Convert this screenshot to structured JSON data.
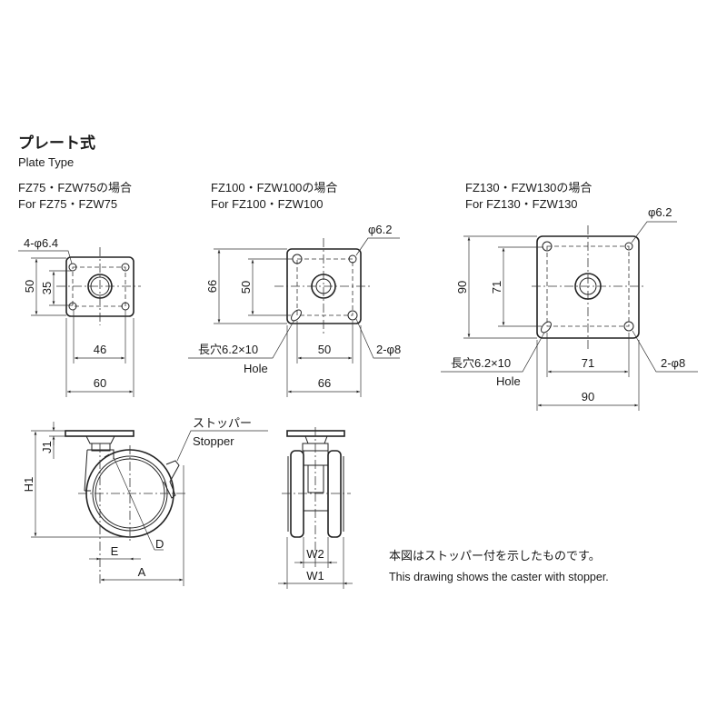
{
  "heading": {
    "title_ja": "プレート式",
    "title_en": "Plate Type"
  },
  "plates": [
    {
      "model_ja": "FZ75・FZW75の場合",
      "model_en": "For FZ75・FZW75",
      "hole_label": "4-φ6.4",
      "dim_height_outer": "50",
      "dim_height_inner": "35",
      "dim_width_inner": "46",
      "dim_width_outer": "60"
    },
    {
      "model_ja": "FZ100・FZW100の場合",
      "model_en": "For FZ100・FZW100",
      "hole_label": "φ6.2",
      "hole2_label": "2-φ8",
      "slot_label_ja": "長穴6.2×10",
      "slot_label_en": "Hole",
      "dim_height_outer": "66",
      "dim_height_inner": "50",
      "dim_width_inner": "50",
      "dim_width_outer": "66"
    },
    {
      "model_ja": "FZ130・FZW130の場合",
      "model_en": "For FZ130・FZW130",
      "hole_label": "φ6.2",
      "hole2_label": "2-φ8",
      "slot_label_ja": "長穴6.2×10",
      "slot_label_en": "Hole",
      "dim_height_outer": "90",
      "dim_height_inner": "71",
      "dim_width_inner": "71",
      "dim_width_outer": "90"
    }
  ],
  "caster": {
    "stopper_ja": "ストッパー",
    "stopper_en": "Stopper",
    "dims": {
      "j1": "J1",
      "h1": "H1",
      "e": "E",
      "a": "A",
      "d": "D",
      "w1": "W1",
      "w2": "W2"
    },
    "note_ja": "本図はストッパー付を示したものです。",
    "note_en": "This drawing shows the caster with stopper."
  }
}
